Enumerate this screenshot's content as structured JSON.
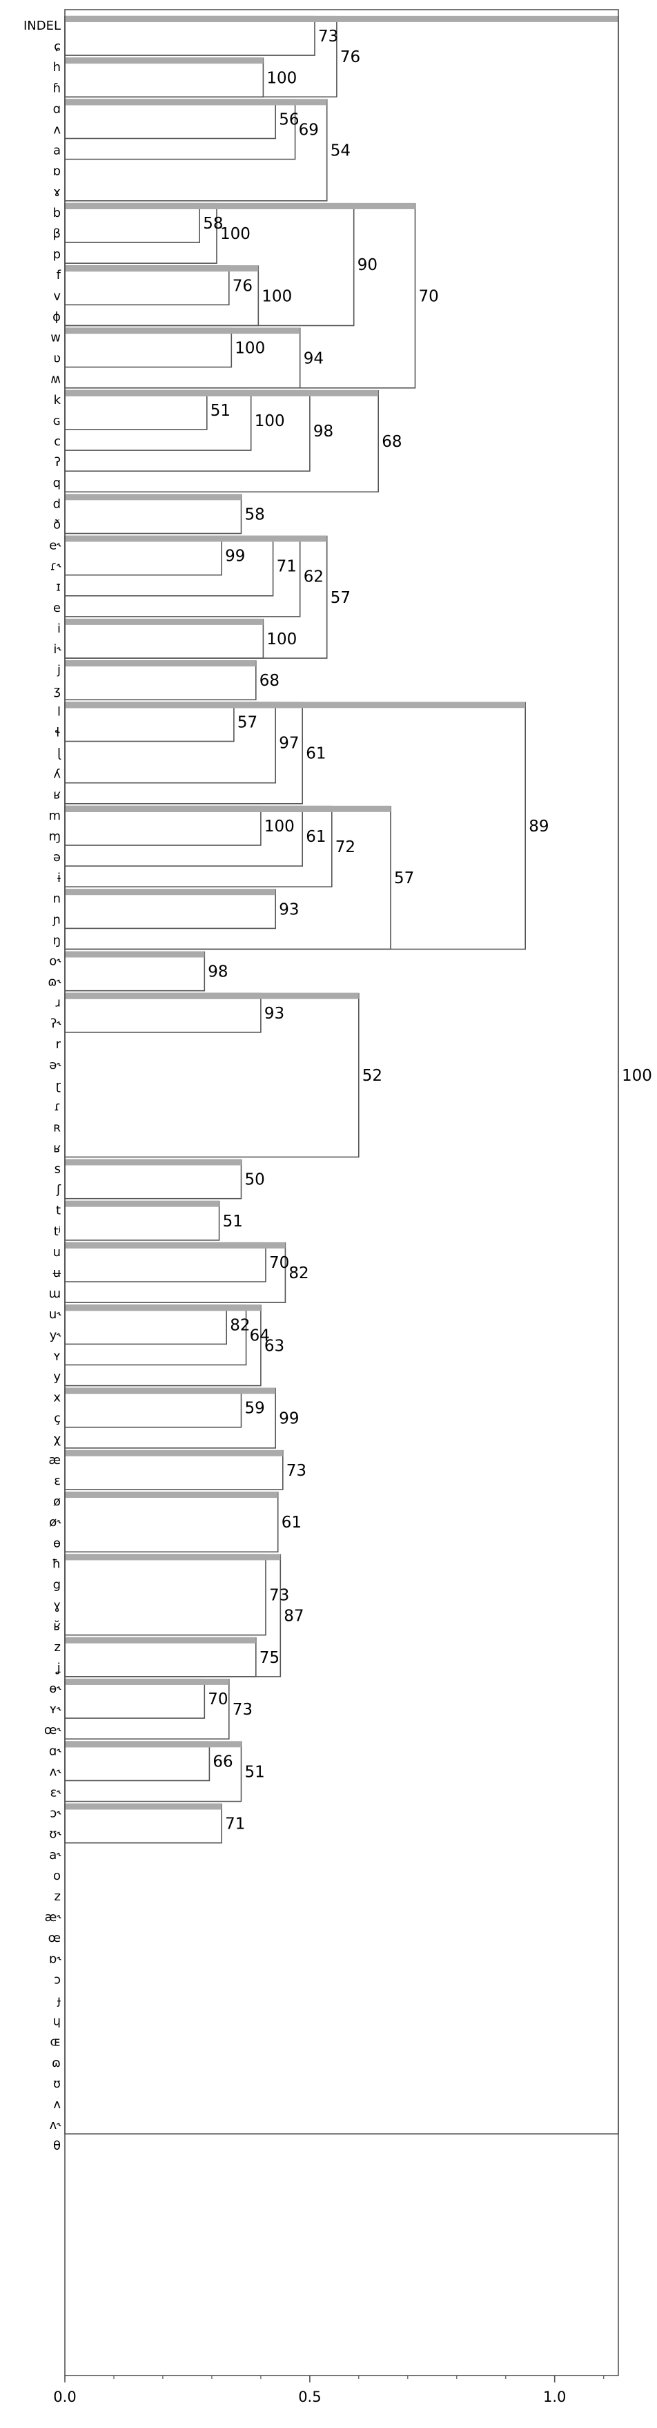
{
  "chart_data": {
    "type": "dendrogram",
    "xlim": [
      0,
      1.13
    ],
    "x_ticks": [
      0.0,
      0.5,
      1.0
    ],
    "x_tick_labels": [
      "0.0",
      "0.5",
      "1.0"
    ],
    "leaf_labels": [
      "INDEL",
      "ɕ",
      "h",
      "ɦ",
      "ɑ",
      "ʌ",
      "a",
      "ɒ",
      "ɤ",
      "b",
      "β",
      "p",
      "f",
      "v",
      "ɸ",
      "w",
      "ʋ",
      "ʍ",
      "k",
      "ɢ",
      "c",
      "ʔ",
      "q",
      "d",
      "ð",
      "e˞",
      "ɾ˞",
      "ɪ",
      "e",
      "i",
      "i˞",
      "j",
      "ʒ",
      "l",
      "ɬ",
      "ɭ",
      "ʎ",
      "ʁ",
      "m",
      "ɱ",
      "ə",
      "ɨ",
      "n",
      "ɲ",
      "ŋ",
      "o˞",
      "ɷ˞",
      "ɹ",
      "ʔ˞",
      "r",
      "ə˞",
      "ɽ",
      "ɾ",
      "ʀ",
      "ʁ",
      "s",
      "ʃ",
      "t",
      "tʲ",
      "u",
      "ʉ",
      "ɯ",
      "u˞",
      "y˞",
      "ʏ",
      "y",
      "x",
      "ç",
      "χ",
      "æ",
      "ɛ",
      "ø",
      "ø˞",
      "ɵ",
      "ħ",
      "g",
      "ɣ",
      "ʁ̆",
      "z",
      "ʝ",
      "ɵ˞",
      "ʏ˞",
      "œ˞",
      "ɑ˞",
      "ʌ˞",
      "ɛ˞",
      "ɔ˞",
      "ʊ˞",
      "a˞",
      "o",
      "z",
      "æ˞",
      "œ",
      "ɒ˞",
      "ɔ",
      "ɟ",
      "ɥ",
      "ɶ",
      "ɷ",
      "ʊ",
      "ʌ",
      "ʌ˞",
      "θ"
    ],
    "clusters": [
      {
        "first": 0,
        "last": 1,
        "height": 0.51,
        "support": "73"
      },
      {
        "first": 0,
        "last": 3,
        "height": 0.555,
        "support": "76"
      },
      {
        "first": 2,
        "last": 3,
        "height": 0.405,
        "support": "100"
      },
      {
        "first": 4,
        "last": 5,
        "height": 0.43,
        "support": "56"
      },
      {
        "first": 4,
        "last": 6,
        "height": 0.47,
        "support": "69"
      },
      {
        "first": 4,
        "last": 8,
        "height": 0.535,
        "support": "54"
      },
      {
        "first": 9,
        "last": 10,
        "height": 0.275,
        "support": "58"
      },
      {
        "first": 9,
        "last": 11,
        "height": 0.31,
        "support": "100"
      },
      {
        "first": 9,
        "last": 14,
        "height": 0.59,
        "support": "90"
      },
      {
        "first": 12,
        "last": 13,
        "height": 0.335,
        "support": "76"
      },
      {
        "first": 12,
        "last": 14,
        "height": 0.395,
        "support": "100"
      },
      {
        "first": 9,
        "last": 17,
        "height": 0.715,
        "support": "70"
      },
      {
        "first": 15,
        "last": 16,
        "height": 0.34,
        "support": "100"
      },
      {
        "first": 15,
        "last": 17,
        "height": 0.48,
        "support": "94"
      },
      {
        "first": 18,
        "last": 19,
        "height": 0.29,
        "support": "51"
      },
      {
        "first": 18,
        "last": 20,
        "height": 0.38,
        "support": "100"
      },
      {
        "first": 18,
        "last": 21,
        "height": 0.5,
        "support": "98"
      },
      {
        "first": 18,
        "last": 22,
        "height": 0.64,
        "support": "68"
      },
      {
        "first": 23,
        "last": 24,
        "height": 0.36,
        "support": "58"
      },
      {
        "first": 25,
        "last": 26,
        "height": 0.32,
        "support": "99"
      },
      {
        "first": 25,
        "last": 27,
        "height": 0.425,
        "support": "71"
      },
      {
        "first": 25,
        "last": 28,
        "height": 0.48,
        "support": "62"
      },
      {
        "first": 25,
        "last": 30,
        "height": 0.535,
        "support": "57"
      },
      {
        "first": 29,
        "last": 30,
        "height": 0.405,
        "support": "100"
      },
      {
        "first": 31,
        "last": 32,
        "height": 0.39,
        "support": "68"
      },
      {
        "first": 33,
        "last": 34,
        "height": 0.345,
        "support": "57"
      },
      {
        "first": 33,
        "last": 36,
        "height": 0.43,
        "support": "97"
      },
      {
        "first": 33,
        "last": 37,
        "height": 0.485,
        "support": "61"
      },
      {
        "first": 33,
        "last": 44,
        "height": 0.94,
        "support": "89"
      },
      {
        "first": 38,
        "last": 39,
        "height": 0.4,
        "support": "100"
      },
      {
        "first": 38,
        "last": 40,
        "height": 0.485,
        "support": "61"
      },
      {
        "first": 38,
        "last": 41,
        "height": 0.545,
        "support": "72"
      },
      {
        "first": 38,
        "last": 44,
        "height": 0.665,
        "support": "57"
      },
      {
        "first": 42,
        "last": 43,
        "height": 0.43,
        "support": "93"
      },
      {
        "first": 45,
        "last": 46,
        "height": 0.285,
        "support": "98"
      },
      {
        "first": 47,
        "last": 48,
        "height": 0.4,
        "support": "93"
      },
      {
        "first": 47,
        "last": 54,
        "height": 0.6,
        "support": "52"
      },
      {
        "first": 55,
        "last": 56,
        "height": 0.36,
        "support": "50"
      },
      {
        "first": 57,
        "last": 58,
        "height": 0.315,
        "support": "51"
      },
      {
        "first": 59,
        "last": 60,
        "height": 0.41,
        "support": "70"
      },
      {
        "first": 59,
        "last": 61,
        "height": 0.45,
        "support": "82"
      },
      {
        "first": 62,
        "last": 63,
        "height": 0.33,
        "support": "82"
      },
      {
        "first": 62,
        "last": 64,
        "height": 0.37,
        "support": "64"
      },
      {
        "first": 62,
        "last": 65,
        "height": 0.4,
        "support": "63"
      },
      {
        "first": 66,
        "last": 67,
        "height": 0.36,
        "support": "59"
      },
      {
        "first": 66,
        "last": 68,
        "height": 0.43,
        "support": "99"
      },
      {
        "first": 69,
        "last": 70,
        "height": 0.445,
        "support": "73"
      },
      {
        "first": 71,
        "last": 73,
        "height": 0.435,
        "support": "61"
      },
      {
        "first": 74,
        "last": 77,
        "height": 0.41,
        "support": "73"
      },
      {
        "first": 74,
        "last": 79,
        "height": 0.44,
        "support": "87"
      },
      {
        "first": 78,
        "last": 79,
        "height": 0.39,
        "support": "75"
      },
      {
        "first": 80,
        "last": 81,
        "height": 0.285,
        "support": "70"
      },
      {
        "first": 80,
        "last": 82,
        "height": 0.335,
        "support": "73"
      },
      {
        "first": 83,
        "last": 84,
        "height": 0.295,
        "support": "66"
      },
      {
        "first": 83,
        "last": 85,
        "height": 0.36,
        "support": "51"
      },
      {
        "first": 86,
        "last": 87,
        "height": 0.32,
        "support": "71"
      },
      {
        "first": 0,
        "last": 101,
        "height": 1.13,
        "support": "100"
      }
    ]
  }
}
